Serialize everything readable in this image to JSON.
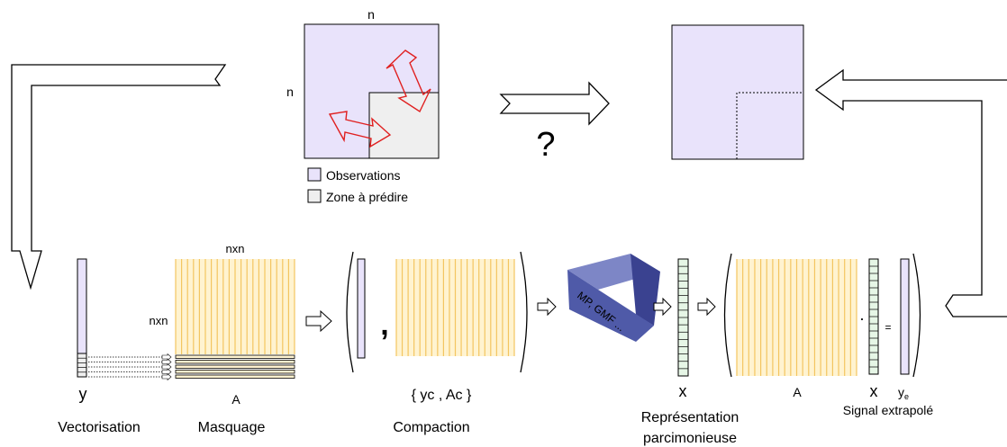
{
  "colors": {
    "observation": "#e9e3fb",
    "predict_zone": "#efefef",
    "matrix_fill": "#fff3d0",
    "matrix_line": "#f3c560",
    "sparse_fill": "#e6f6e6",
    "arrow_red": "#e02020",
    "cube_face": "#4f5aa8",
    "cube_top": "#7d86c6",
    "cube_side": "#3a4290"
  },
  "top": {
    "dim_top": "n",
    "dim_left": "n",
    "question": "?",
    "legend": {
      "observations": "Observations",
      "predict": "Zone à prédire"
    }
  },
  "steps": {
    "vectorisation": {
      "symbol": "y",
      "label": "Vectorisation"
    },
    "masquage": {
      "size_top": "nxn",
      "size_left": "nxn",
      "symbol": "A",
      "label": "Masquage"
    },
    "compaction": {
      "comma": ",",
      "set": "{ yc , Ac }",
      "label": "Compaction"
    },
    "solver": {
      "text": "MP, GMF ..."
    },
    "representation": {
      "symbol": "x",
      "label_line1": "Représentation",
      "label_line2": "parcimonieuse"
    },
    "reconstruction": {
      "matrix": "A",
      "vector": "x",
      "dot": "·",
      "equals": "=",
      "result": "y",
      "result_sub": "e",
      "label": "Signal extrapolé"
    }
  }
}
